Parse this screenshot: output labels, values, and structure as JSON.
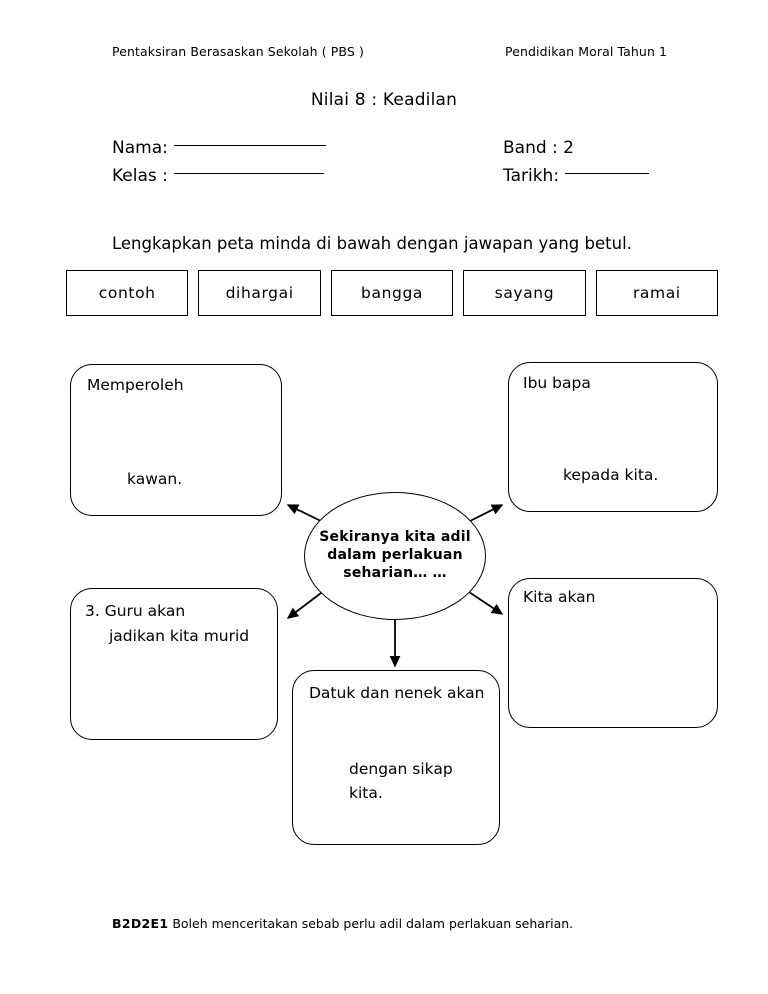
{
  "header": {
    "left": "Pentaksiran Berasaskan Sekolah ( PBS )",
    "right": "Pendidikan Moral Tahun 1",
    "title": "Nilai 8 : Keadilan"
  },
  "fields": {
    "nama_label": "Nama:",
    "kelas_label": "Kelas :",
    "band_label": "Band : 2",
    "tarikh_label": "Tarikh:"
  },
  "instruction": "Lengkapkan peta minda di bawah dengan jawapan yang betul.",
  "word_bank": [
    {
      "label": "contoh"
    },
    {
      "label": "dihargai"
    },
    {
      "label": "bangga"
    },
    {
      "label": "sayang"
    },
    {
      "label": "ramai"
    }
  ],
  "mindmap": {
    "center": "Sekiranya kita adil dalam perlakuan seharian… …",
    "nodes": {
      "top_left": {
        "line1": "Memperoleh",
        "line2": "kawan."
      },
      "top_right": {
        "line1": "Ibu bapa",
        "line2": "kepada kita."
      },
      "bottom_left": {
        "line1": "3. Guru akan",
        "line2": "jadikan kita murid"
      },
      "bottom_right": {
        "line1": "Kita akan"
      },
      "bottom_center": {
        "line1": "Datuk dan nenek akan",
        "line2": "dengan sikap",
        "line3": "kita."
      }
    }
  },
  "footer": {
    "code": "B2D2E1",
    "text": "Boleh menceritakan sebab perlu adil dalam perlakuan seharian."
  },
  "colors": {
    "ink": "#000000",
    "paper": "#ffffff"
  }
}
